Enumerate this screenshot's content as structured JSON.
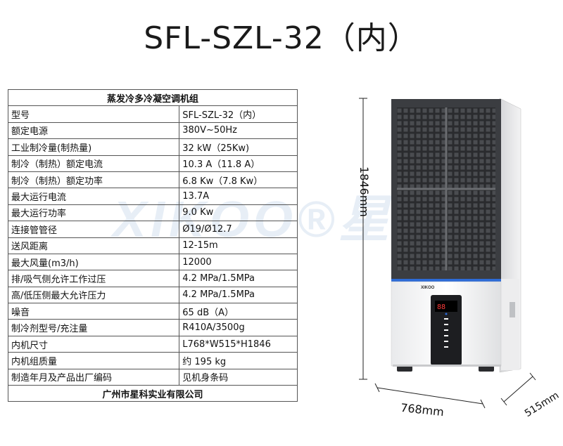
{
  "title": "SFL-SZL-32（内）",
  "watermark": "XIKOO®星科",
  "table": {
    "header": "蒸发冷多冷凝空调机组",
    "rows": [
      {
        "label": "型号",
        "value": "SFL-SZL-32（内）"
      },
      {
        "label": "额定电源",
        "value": "380V~50Hz"
      },
      {
        "label": "工业制冷量(制热量)",
        "value": "32 kW（25Kw)"
      },
      {
        "label": "制冷（制热）额定电流",
        "value": "10.3 A（11.8 A）"
      },
      {
        "label": "制冷（制热）额定功率",
        "value": "6.8 Kw（7.8 Kw）"
      },
      {
        "label": "最大运行电流",
        "value": "13.7A"
      },
      {
        "label": "最大运行功率",
        "value": "9.0 Kw"
      },
      {
        "label": "连接管管径",
        "value": "Ø19/Ø12.7"
      },
      {
        "label": "送风距离",
        "value": "12-15m"
      },
      {
        "label": "最大风量(m3/h)",
        "value": "12000"
      },
      {
        "label": "排/吸气侧允许工作过压",
        "value": "4.2 MPa/1.5MPa"
      },
      {
        "label": "高/低压侧最大允许压力",
        "value": "4.2 MPa/1.5MPa"
      },
      {
        "label": "噪音",
        "value": "65 dB（A）"
      },
      {
        "label": "制冷剂型号/充注量",
        "value": "R410A/3500g"
      },
      {
        "label": "内机尺寸",
        "value": "L768*W515*H1846"
      },
      {
        "label": "内机组质量",
        "value": "约 195 kg"
      },
      {
        "label": "制造年月及产品出厂编码",
        "value": "见机身条码"
      }
    ],
    "footer": "广州市星科实业有限公司"
  },
  "dimensions": {
    "height": "1846mm",
    "width": "768mm",
    "depth": "515mm"
  },
  "product": {
    "brand": "XIKOO",
    "accent_color": "#2d6bd6"
  }
}
